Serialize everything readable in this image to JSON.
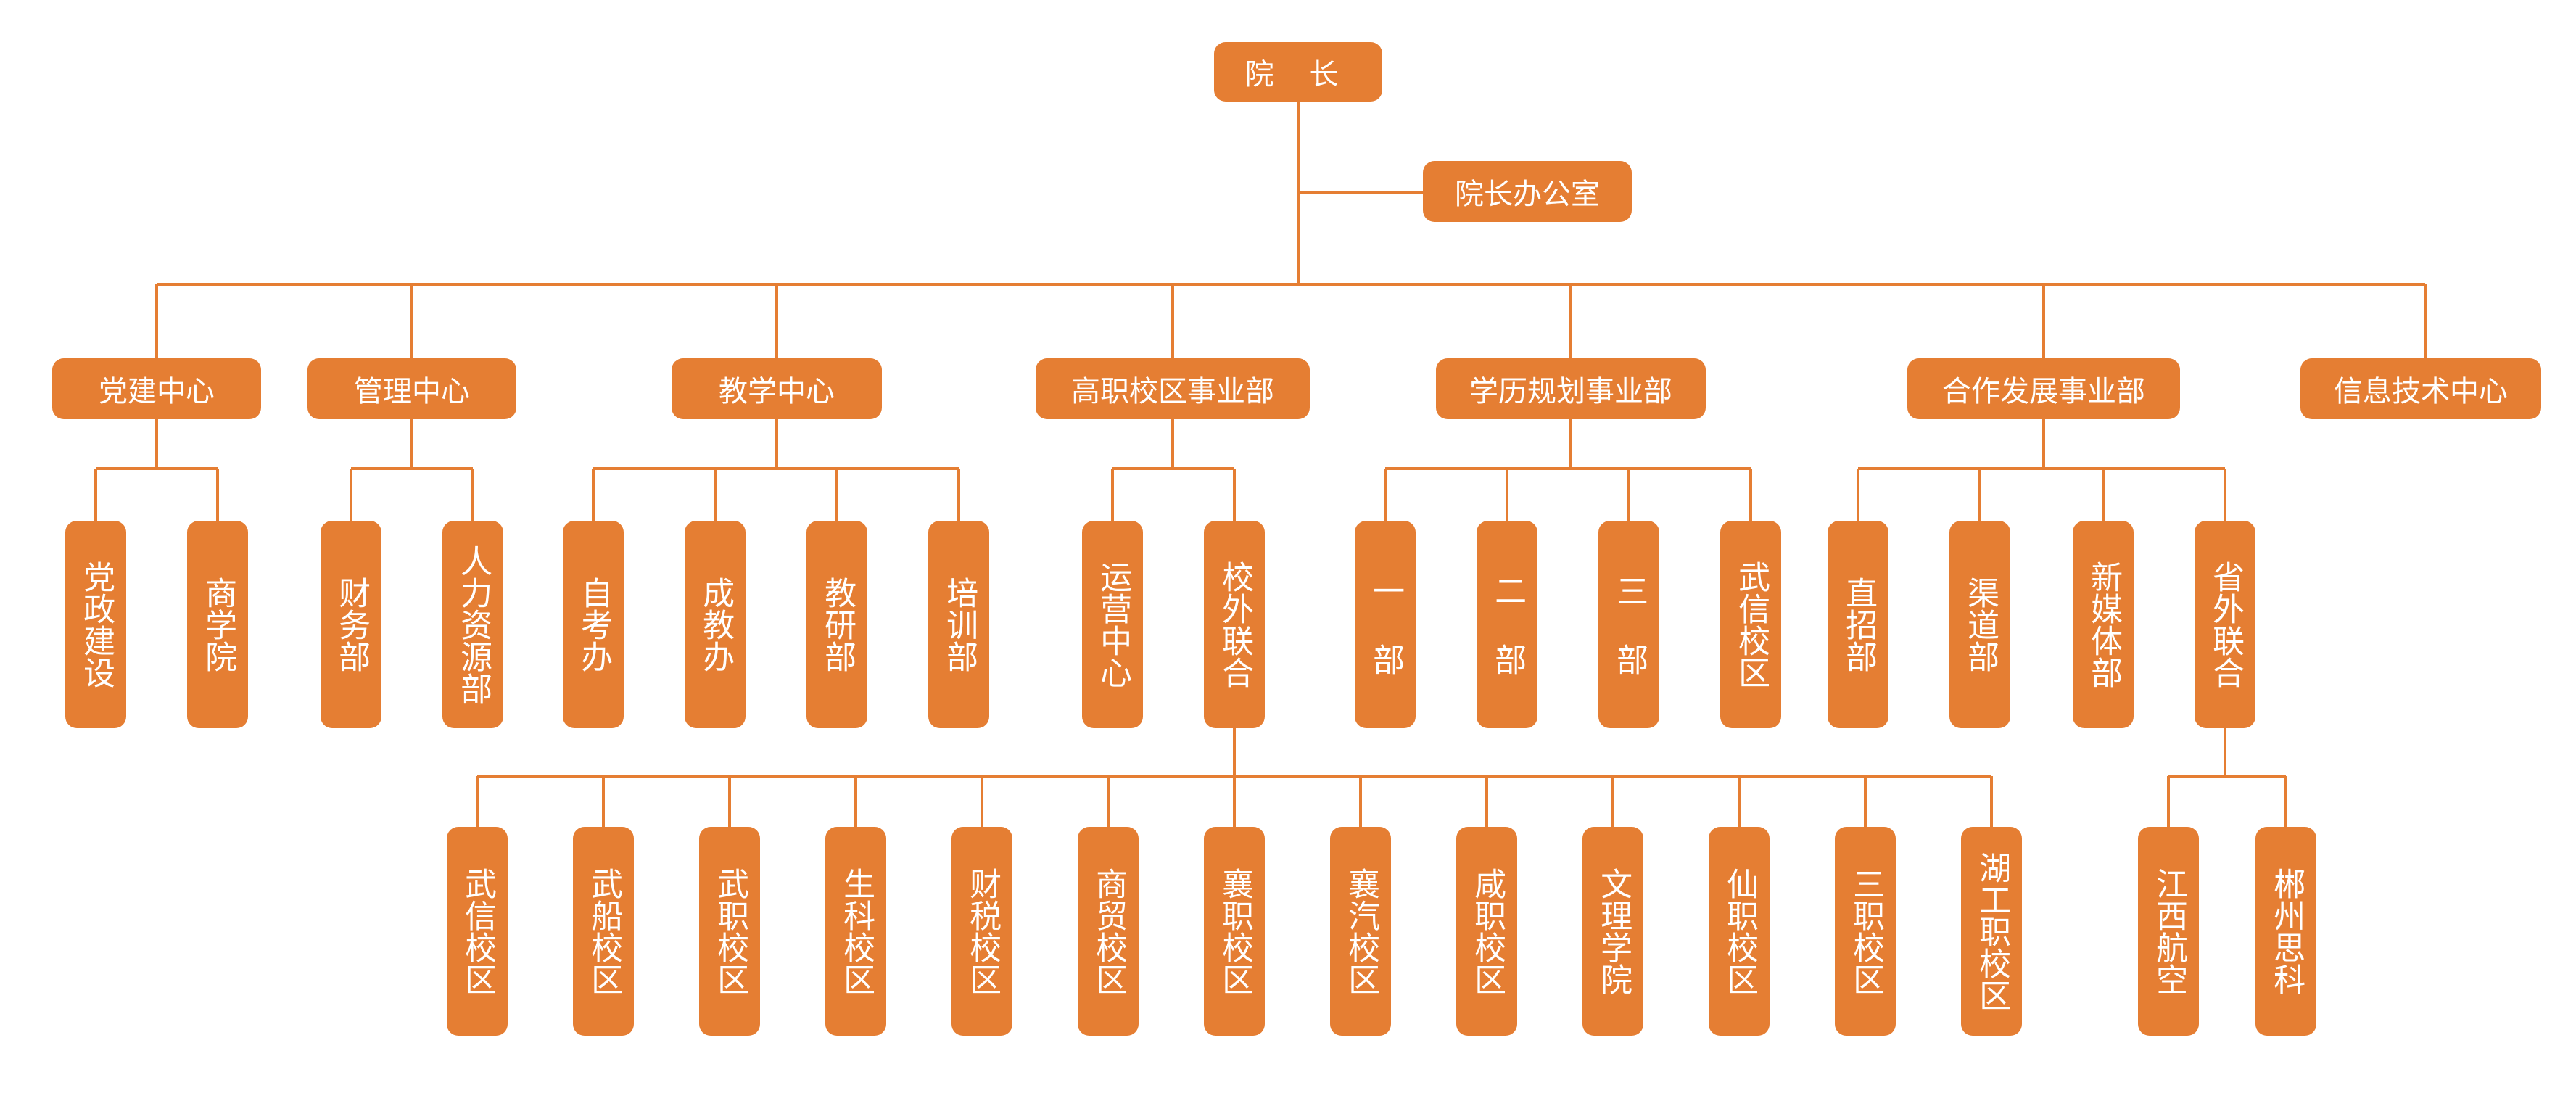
{
  "org_chart": {
    "president": "院 长",
    "president_office": "院长办公室",
    "centers": [
      {
        "label": "党建中心",
        "children": [
          "党政建设",
          "商学院"
        ]
      },
      {
        "label": "管理中心",
        "children": [
          "财务部",
          "人力资源部"
        ]
      },
      {
        "label": "教学中心",
        "children": [
          "自考办",
          "成教办",
          "教研部",
          "培训部"
        ]
      },
      {
        "label": "高职校区事业部",
        "children": [
          "运营中心",
          "校外联合"
        ]
      },
      {
        "label": "学历规划事业部",
        "children": [
          "一 部",
          "二 部",
          "三 部",
          "武信校区"
        ]
      },
      {
        "label": "合作发展事业部",
        "children": [
          "直招部",
          "渠道部",
          "新媒体部",
          "省外联合"
        ]
      },
      {
        "label": "信息技术中心",
        "children": []
      }
    ],
    "external_campuses": [
      "武信校区",
      "武船校区",
      "武职校区",
      "生科校区",
      "财税校区",
      "商贸校区",
      "襄职校区",
      "襄汽校区",
      "咸职校区",
      "文理学院",
      "仙职校区",
      "三职校区",
      "湖工职校区"
    ],
    "out_of_province": [
      "江西航空",
      "郴州思科"
    ]
  },
  "colors": {
    "node": "#e57e33",
    "line": "#e57e33",
    "text": "#ffffff"
  }
}
